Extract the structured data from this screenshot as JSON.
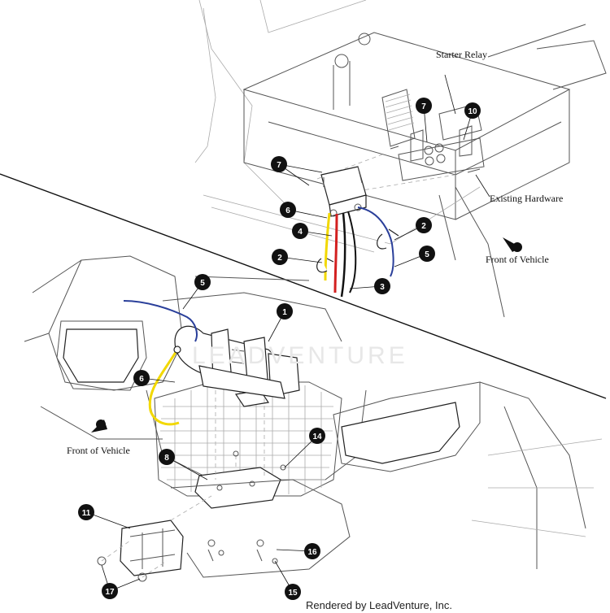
{
  "callouts": [
    {
      "num": "1"
    },
    {
      "num": "2"
    },
    {
      "num": "2"
    },
    {
      "num": "3"
    },
    {
      "num": "4"
    },
    {
      "num": "5"
    },
    {
      "num": "5"
    },
    {
      "num": "6"
    },
    {
      "num": "6"
    },
    {
      "num": "7"
    },
    {
      "num": "7"
    },
    {
      "num": "8"
    },
    {
      "num": "10"
    },
    {
      "num": "11"
    },
    {
      "num": "14"
    },
    {
      "num": "15"
    },
    {
      "num": "16"
    },
    {
      "num": "17"
    }
  ],
  "labels": {
    "starter_relay": "Starter Relay",
    "existing_hardware": "Existing Hardware",
    "front_of_vehicle_top": "Front of Vehicle",
    "front_of_vehicle_bottom": "Front of Vehicle"
  },
  "watermark": "LEADVENTURE",
  "footer": "Rendered by LeadVenture, Inc.",
  "colors": {
    "wire_blue": "#2a3f9a",
    "wire_red": "#d32020",
    "wire_yellow": "#f2d800",
    "wire_black": "#111111",
    "callout_fill": "#111111"
  }
}
